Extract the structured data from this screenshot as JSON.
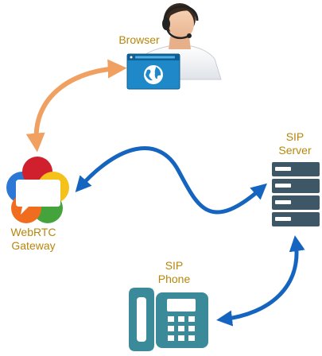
{
  "nodes": {
    "browser": {
      "label": "Browser"
    },
    "webrtc_gateway": {
      "label_line1": "WebRTC",
      "label_line2": "Gateway"
    },
    "sip_server": {
      "label_line1": "SIP",
      "label_line2": "Server"
    },
    "sip_phone": {
      "label_line1": "SIP",
      "label_line2": "Phone"
    }
  },
  "connections": [
    {
      "from": "browser",
      "to": "webrtc_gateway",
      "style": "double-arrow"
    },
    {
      "from": "webrtc_gateway",
      "to": "sip_server",
      "style": "double-arrow"
    },
    {
      "from": "sip_server",
      "to": "sip_phone",
      "style": "double-arrow"
    }
  ],
  "colors": {
    "label": "#b8860b",
    "browser_link": "#f0a060",
    "sip_link": "#1565c0",
    "server": "#3e5766",
    "phone": "#3b8a99",
    "browser_window": "#1e88c8"
  },
  "icons": {
    "user": "agent-headset-icon",
    "browser": "browser-window-globe-icon",
    "gateway": "webrtc-logo-icon",
    "server": "server-rack-icon",
    "phone": "desk-phone-icon"
  }
}
